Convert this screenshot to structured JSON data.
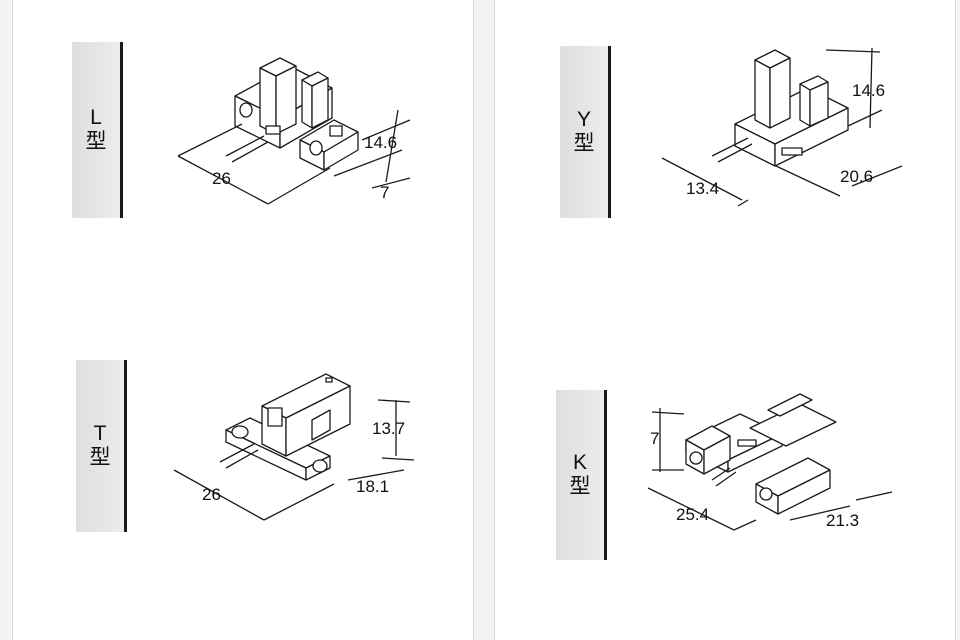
{
  "sensors": [
    {
      "letter": "L",
      "suffix": "型",
      "dims": {
        "width": "26",
        "height": "14.6",
        "depth": "7"
      }
    },
    {
      "letter": "Y",
      "suffix": "型",
      "dims": {
        "width": "13.4",
        "height": "14.6",
        "depth": "20.6"
      }
    },
    {
      "letter": "T",
      "suffix": "型",
      "dims": {
        "width": "26",
        "height": "13.7",
        "depth": "18.1"
      }
    },
    {
      "letter": "K",
      "suffix": "型",
      "dims": {
        "width": "25.4",
        "height": "7",
        "depth": "21.3"
      }
    }
  ],
  "colors": {
    "line": "#1a1a1a",
    "tag_bg": "#e6e6e6",
    "panel_bg": "#ffffff",
    "page_bg": "#f3f3f3"
  }
}
